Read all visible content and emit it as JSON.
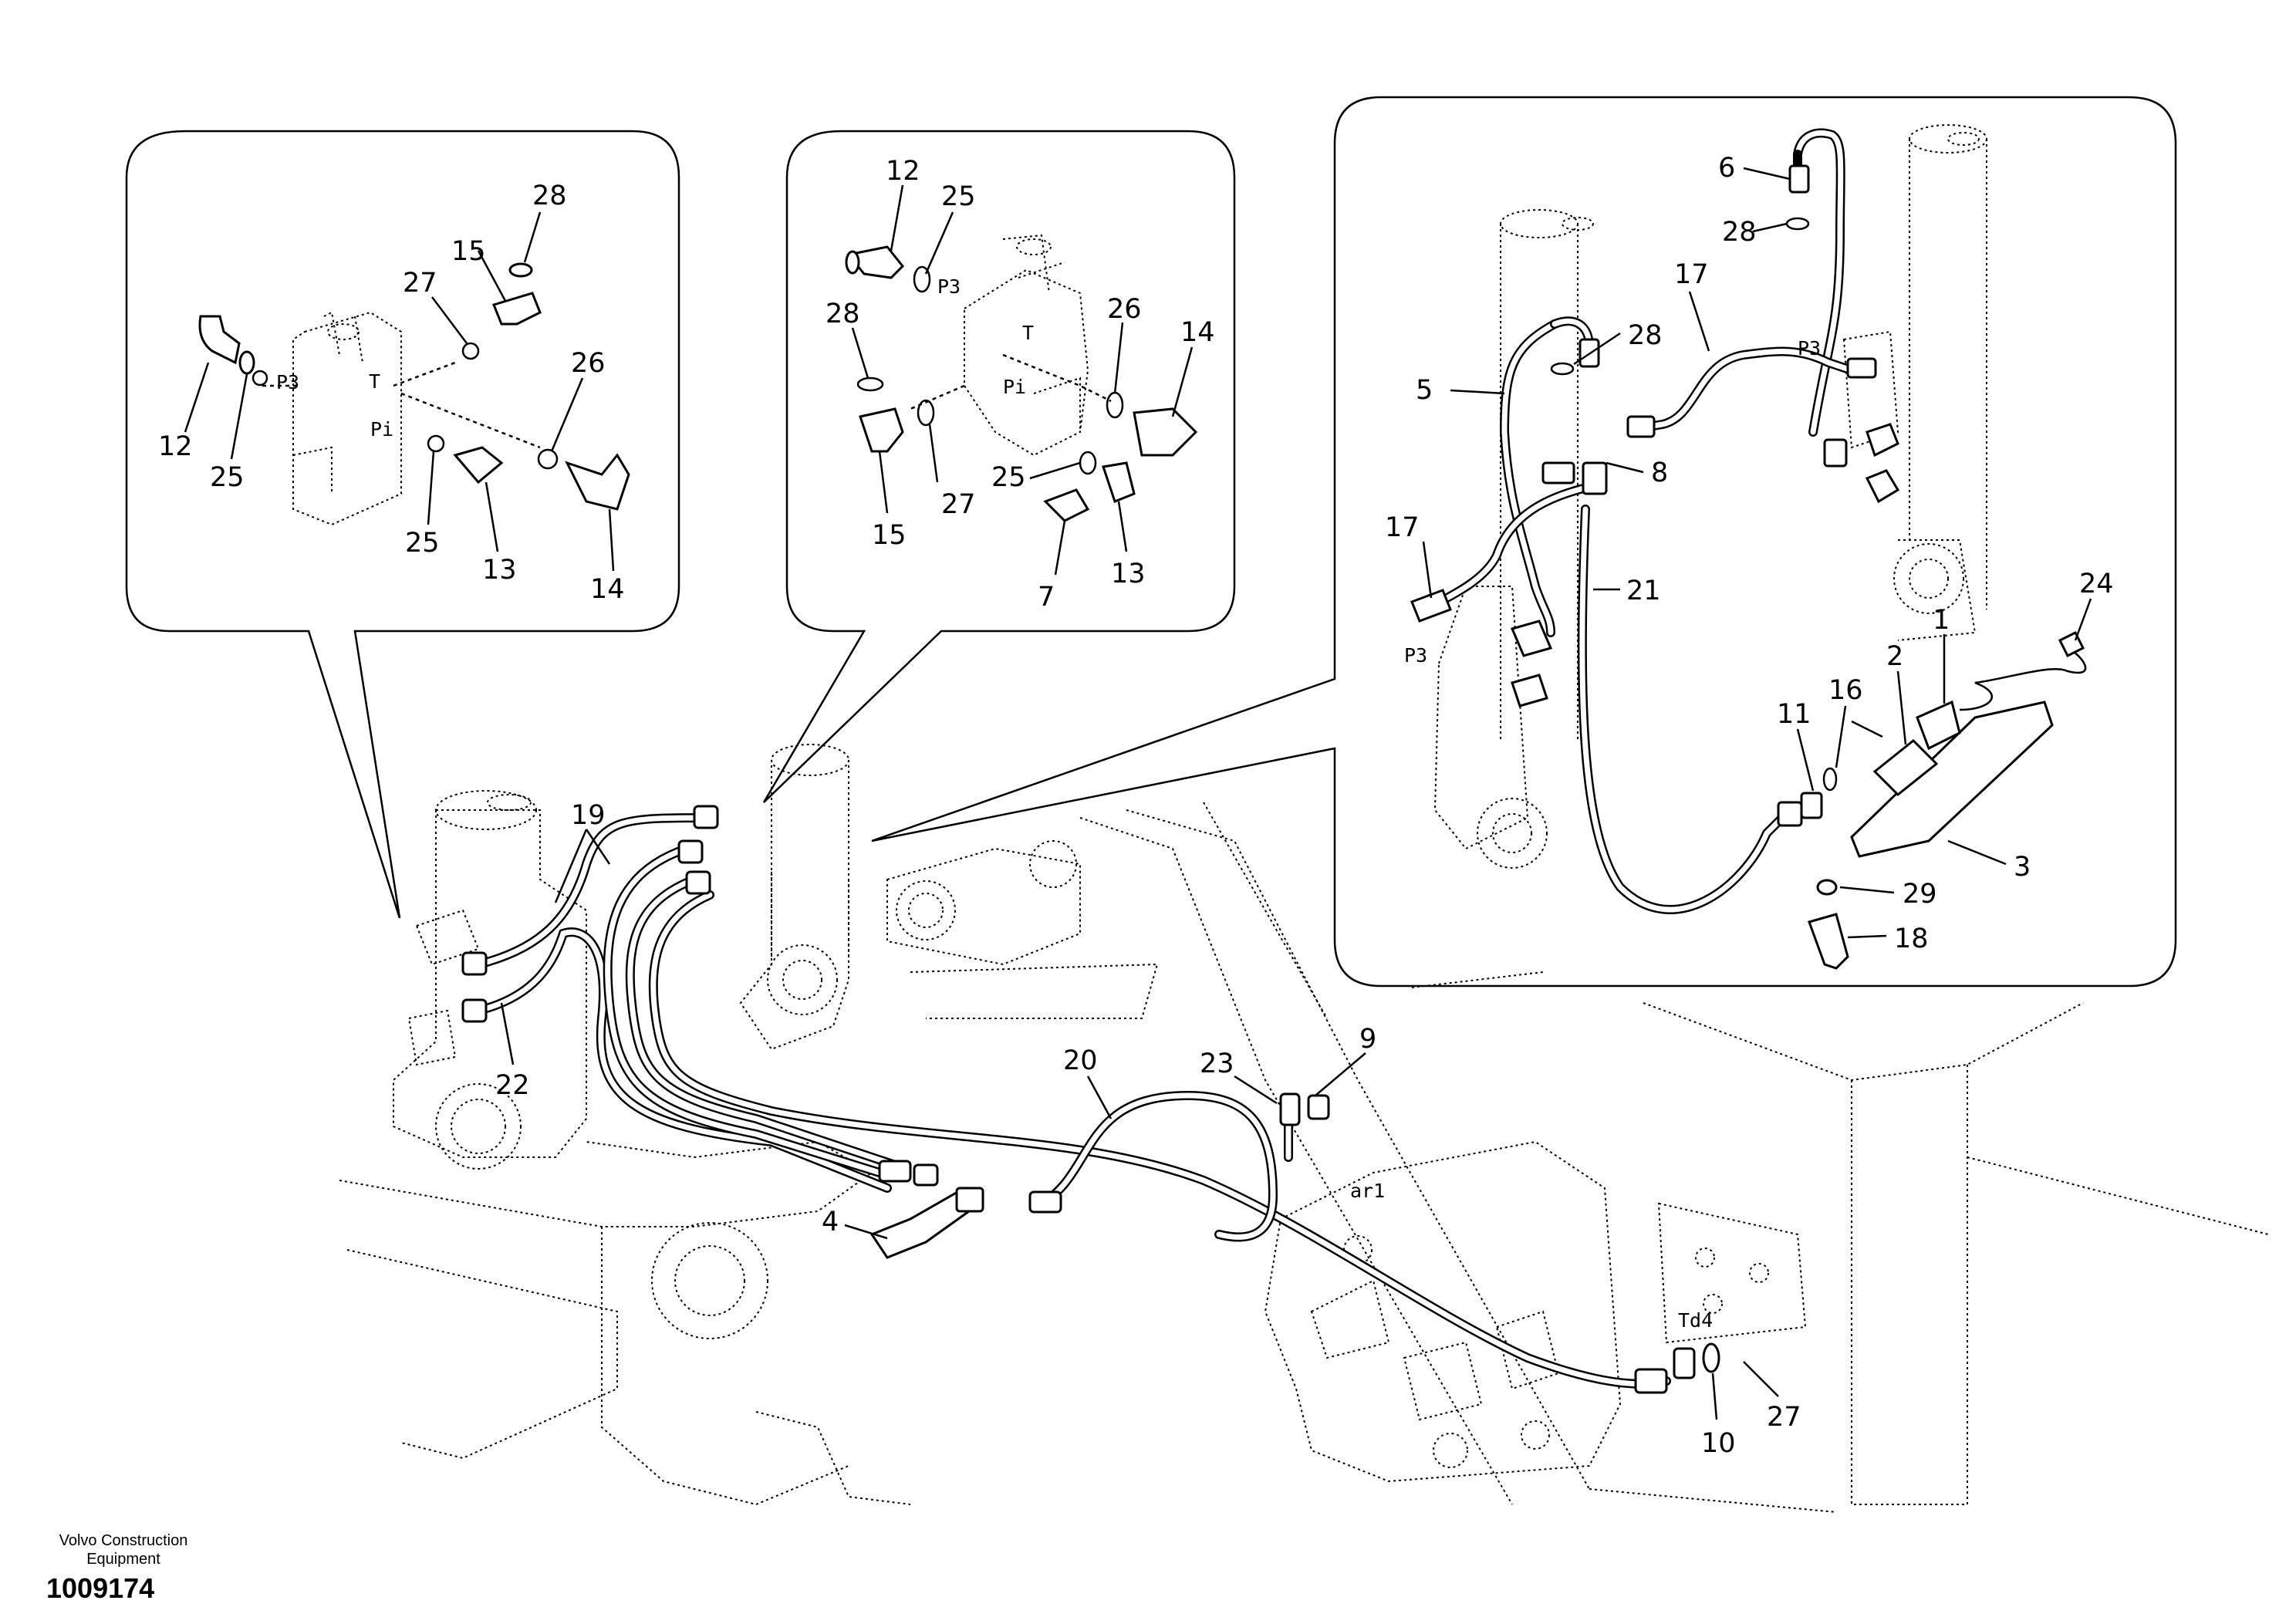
{
  "footer": {
    "manufacturer_line1": "Volvo Construction",
    "manufacturer_line2": "Equipment",
    "drawing_number": "1009174"
  },
  "main_labels": {
    "n19": "19",
    "n22": "22",
    "n20": "20",
    "n23": "23",
    "n9": "9",
    "n4": "4",
    "n10": "10",
    "n27": "27",
    "td4": "Td4",
    "ar1": "ar1"
  },
  "detail_left": {
    "n28": "28",
    "n15": "15",
    "n27": "27",
    "n26": "26",
    "n12": "12",
    "n25a": "25",
    "n25b": "25",
    "n13": "13",
    "n14": "14",
    "port_p3": "P3",
    "port_t": "T",
    "port_pi": "Pi"
  },
  "detail_middle": {
    "n12": "12",
    "n25a": "25",
    "n28": "28",
    "n26": "26",
    "n14": "14",
    "n15": "15",
    "n27": "27",
    "n25b": "25",
    "n7": "7",
    "n13": "13",
    "port_p3": "P3",
    "port_t": "T",
    "port_pi": "Pi"
  },
  "detail_right": {
    "n6": "6",
    "n28a": "28",
    "n17a": "17",
    "n28b": "28",
    "n5": "5",
    "n8": "8",
    "n17b": "17",
    "n21": "21",
    "n24": "24",
    "n1": "1",
    "n2": "2",
    "n16": "16",
    "n11": "11",
    "n3": "3",
    "n29": "29",
    "n18": "18",
    "port_p3_top": "P3",
    "port_p3_left": "P3"
  }
}
